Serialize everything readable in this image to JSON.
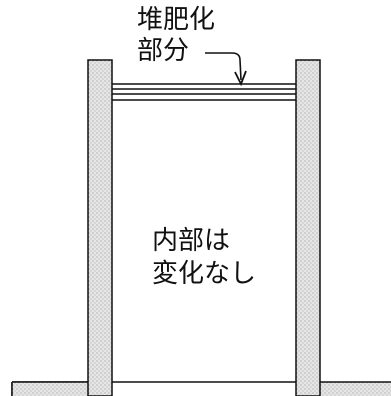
{
  "diagram": {
    "top_label_line1": "堆肥化",
    "top_label_line2": "部分",
    "inner_label_line1": "内部は",
    "inner_label_line2": "変化なし"
  },
  "colors": {
    "ink": "#111111",
    "stipple_fill": "#d9d9d9",
    "background": "#ffffff"
  }
}
